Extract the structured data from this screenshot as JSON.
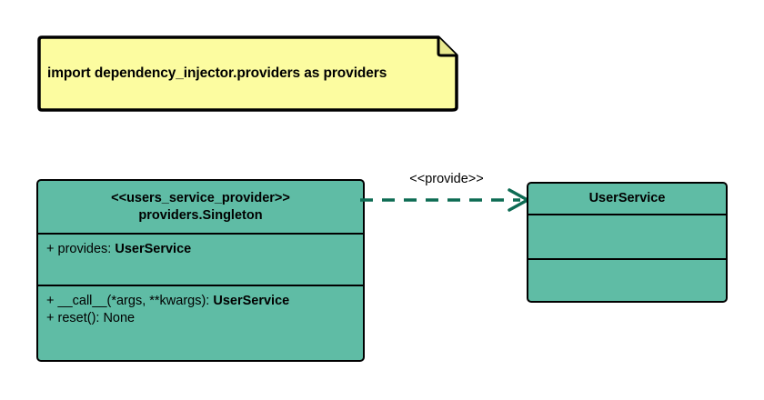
{
  "diagram": {
    "type": "uml-class-diagram",
    "colors": {
      "note_fill": "#fcfca0",
      "class_fill": "#5fbca5",
      "stroke": "#000000",
      "relation_stroke": "#0d6b53"
    }
  },
  "note": {
    "text": "import dependency_injector.providers as providers"
  },
  "provider_class": {
    "stereotype": "<<users_service_provider>>",
    "name": "providers.Singleton",
    "attributes": [
      {
        "visibility": "+",
        "label": "provides: ",
        "type": "UserService"
      }
    ],
    "methods": [
      {
        "visibility": "+",
        "label": "__call__(*args, **kwargs): ",
        "type": "UserService"
      },
      {
        "visibility": "+",
        "label": "reset(): None",
        "type": ""
      }
    ]
  },
  "userservice_class": {
    "name": "UserService",
    "attributes": [],
    "methods": []
  },
  "relation": {
    "label": "<<provide>>",
    "style": "dashed",
    "arrow": "open",
    "source": "providers.Singleton",
    "target": "UserService"
  }
}
